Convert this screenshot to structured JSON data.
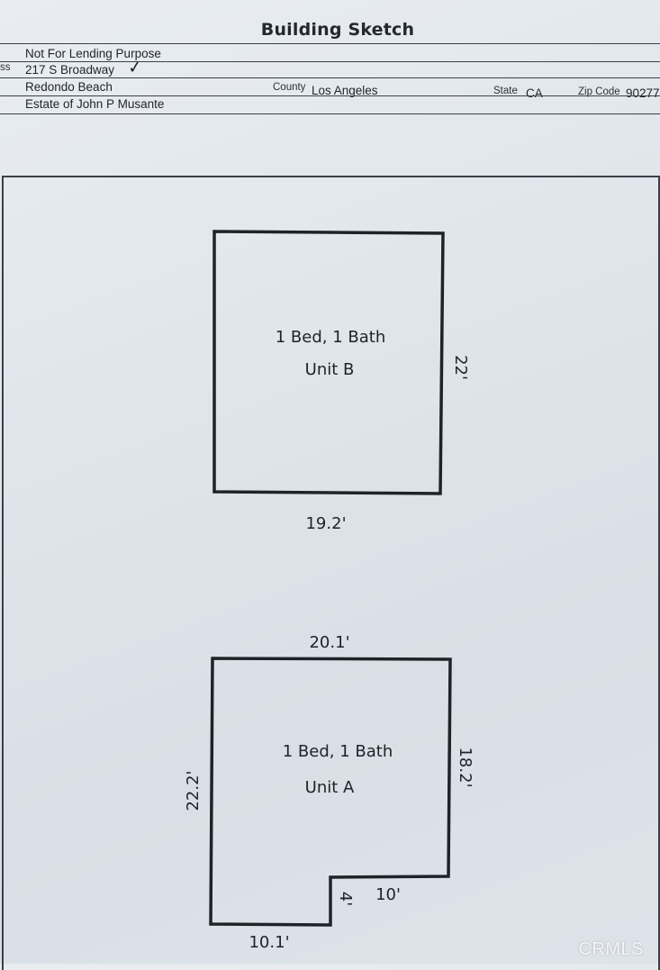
{
  "header": {
    "title": "Building Sketch",
    "borrower": "Not For Lending Purpose",
    "address_label_fragment": "ss",
    "address": "217 S Broadway",
    "check_mark": "✓",
    "city": "Redondo Beach",
    "county_label": "County",
    "county": "Los Angeles",
    "state_label": "State",
    "state": "CA",
    "zip_label": "Zip Code",
    "zip": "90277",
    "owner": "Estate of John P Musante"
  },
  "sketch": {
    "unit_b": {
      "beds_baths": "1 Bed, 1 Bath",
      "name": "Unit B",
      "dims": {
        "right": "22'",
        "bottom": "19.2'"
      }
    },
    "unit_a": {
      "beds_baths": "1 Bed, 1 Bath",
      "name": "Unit A",
      "dims": {
        "top": "20.1'",
        "right": "18.2'",
        "left": "22.2'",
        "notch_horizontal": "10'",
        "notch_vertical": "4'",
        "bottom": "10.1'"
      }
    }
  },
  "watermark": "CRMLS",
  "colors": {
    "paper": "#e1e7ec",
    "ink": "#1e2328"
  }
}
